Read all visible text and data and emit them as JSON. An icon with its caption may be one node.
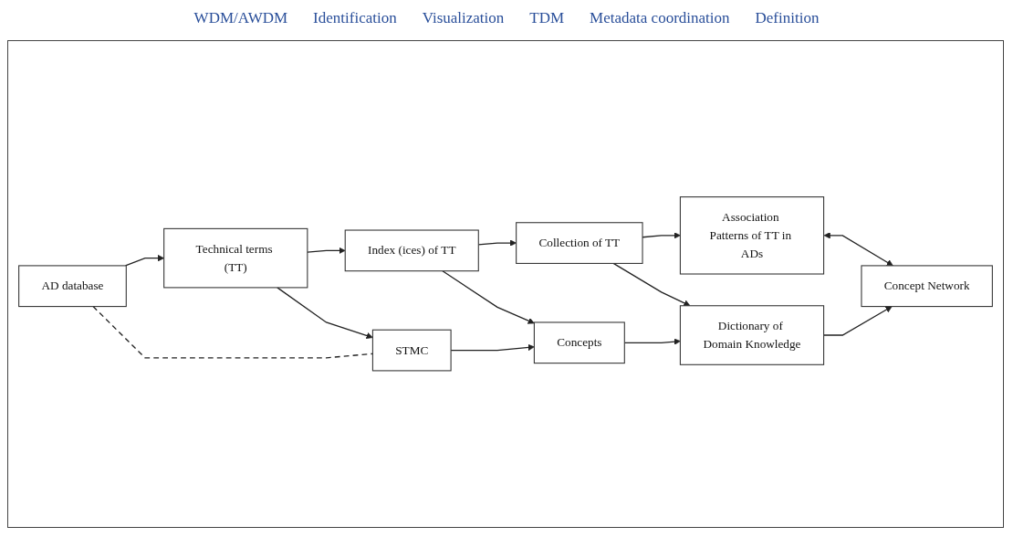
{
  "diagram": {
    "nodes": [
      {
        "text": [
          "AD database"
        ]
      },
      {
        "text": [
          "Technical terms (TT)"
        ]
      },
      {
        "text": [
          "Index (ices) of TT"
        ]
      },
      {
        "text": [
          "Collection of TT"
        ]
      },
      {
        "text": [
          "Association Patterns of TT in ADs"
        ]
      },
      {
        "text": [
          "STMC"
        ]
      },
      {
        "text": [
          "Concepts"
        ]
      },
      {
        "text": [
          "Dictionary of Domain Knowledge"
        ]
      },
      {
        "text": [
          "Concept Network"
        ]
      }
    ],
    "edges": [
      {
        "from": 0,
        "to": 1,
        "arrow": "to"
      },
      {
        "from": 1,
        "to": 2,
        "arrow": "to"
      },
      {
        "from": 2,
        "to": 3,
        "arrow": "to"
      },
      {
        "from": 3,
        "to": 4,
        "arrow": "to"
      },
      {
        "from": 1,
        "to": 5,
        "arrow": "to"
      },
      {
        "from": 2,
        "to": 6,
        "arrow": "to"
      },
      {
        "from": 3,
        "to": 7,
        "arrow": "to"
      },
      {
        "from": 4,
        "to": 8,
        "arrow": "both"
      },
      {
        "from": 0,
        "to": 5,
        "arrow": "none",
        "style": "dashed"
      },
      {
        "from": 5,
        "to": 6,
        "arrow": "to"
      },
      {
        "from": 6,
        "to": 7,
        "arrow": "to"
      },
      {
        "from": 7,
        "to": 8,
        "arrow": "to"
      }
    ],
    "labels": [
      "WDM/AWDM",
      "Identification",
      "Visualization",
      "TDM",
      "Metadata coordination",
      "Definition"
    ]
  }
}
